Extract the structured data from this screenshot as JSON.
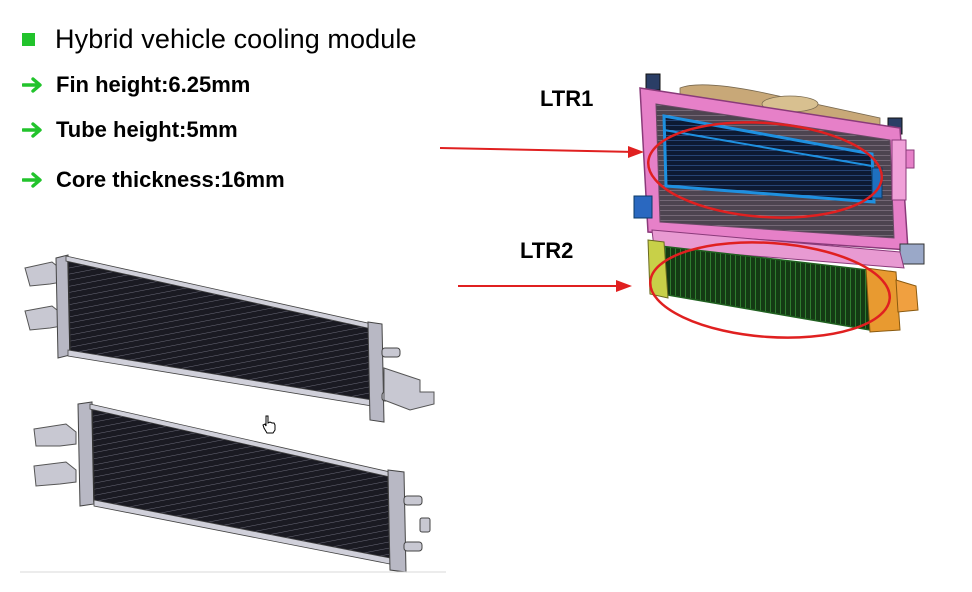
{
  "bullets": {
    "main": "Hybrid vehicle cooling module",
    "sub": [
      "Fin height:6.25mm",
      "Tube height:5mm",
      "Core thickness:16mm"
    ]
  },
  "labels": {
    "ltr1": "LTR1",
    "ltr2": "LTR2"
  },
  "colors": {
    "bullet_square": "#22c32c",
    "bullet_arrow": "#22c32c",
    "callout": "#e02020",
    "frame": "#e680c8",
    "ltr1_core": "#1e90e0",
    "ltr2_core": "#2e8b2e"
  },
  "icons": {
    "main_bullet": "green-square-icon",
    "sub_bullet": "green-arrow-icon",
    "cursor": "hand-cursor-icon"
  }
}
